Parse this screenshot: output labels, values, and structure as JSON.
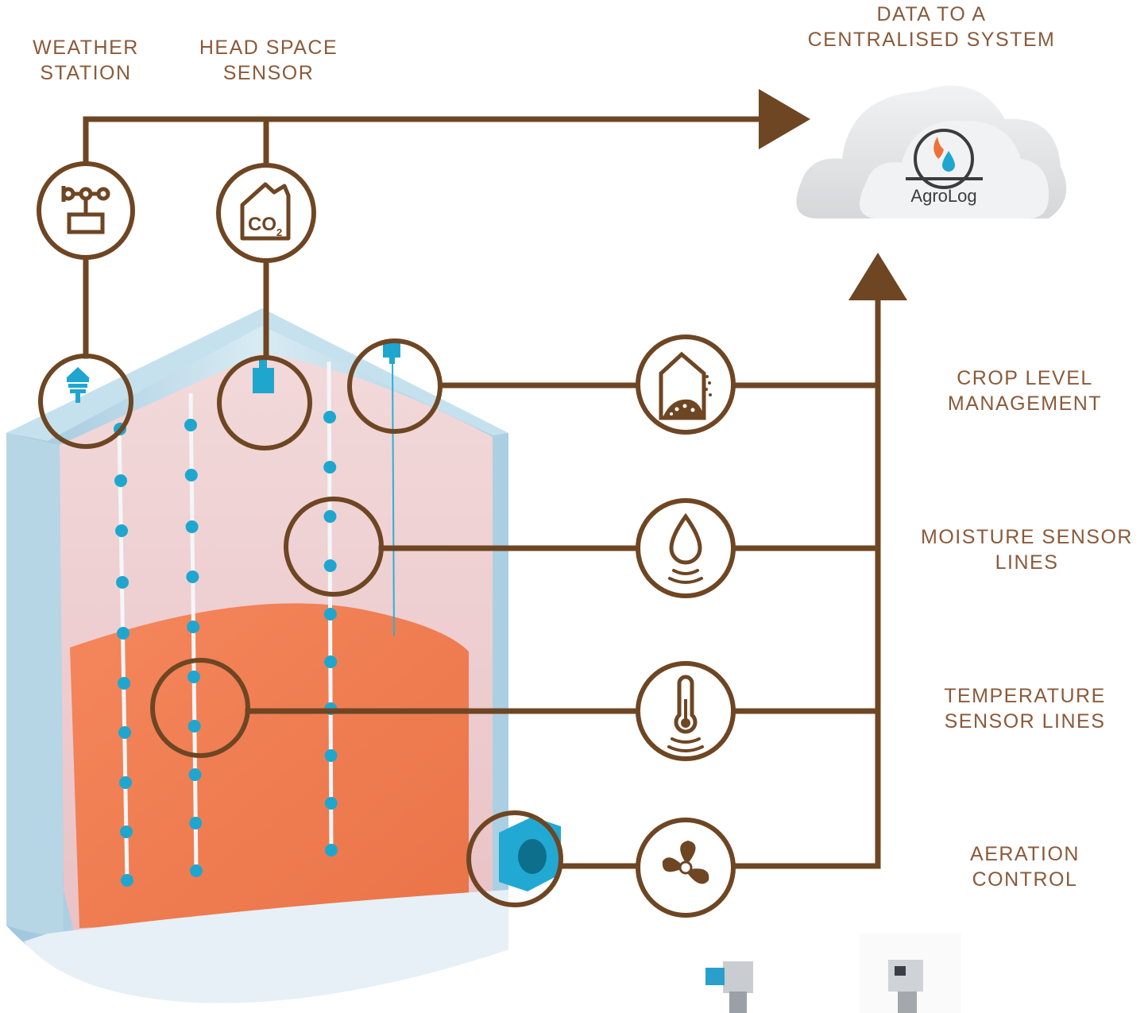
{
  "colors": {
    "brown": "#6e4623",
    "label": "#8a5a3a",
    "cyan": "#1fa6cf",
    "crop": "#f07a50",
    "silo_wall": "#bcd9e8",
    "silo_inner": "#efd2d4",
    "cloud": "#e2e3e5",
    "logo_flame": "#f0703a",
    "logo_drop": "#1fa6cf"
  },
  "labels": {
    "weather_station": [
      "WEATHER",
      "STATION"
    ],
    "head_space_sensor": [
      "HEAD SPACE",
      "SENSOR"
    ],
    "centralised_system": [
      "DATA TO A",
      "CENTRALISED SYSTEM"
    ],
    "crop_level": [
      "CROP LEVEL",
      "MANAGEMENT"
    ],
    "moisture": [
      "MOISTURE SENSOR",
      "LINES"
    ],
    "temperature": [
      "TEMPERATURE",
      "SENSOR LINES"
    ],
    "aeration": [
      "AERATION",
      "CONTROL"
    ]
  },
  "cloud": {
    "brand": "AgroLog"
  },
  "icons": {
    "weather": "anemometer-icon",
    "head_space": "co2-building-icon",
    "co2_text": "CO",
    "co2_sub": "2",
    "crop_level": "silo-grain-level-icon",
    "moisture": "water-drop-signal-icon",
    "temperature": "thermometer-signal-icon",
    "aeration": "fan-icon",
    "cloud": "cloud-icon"
  }
}
